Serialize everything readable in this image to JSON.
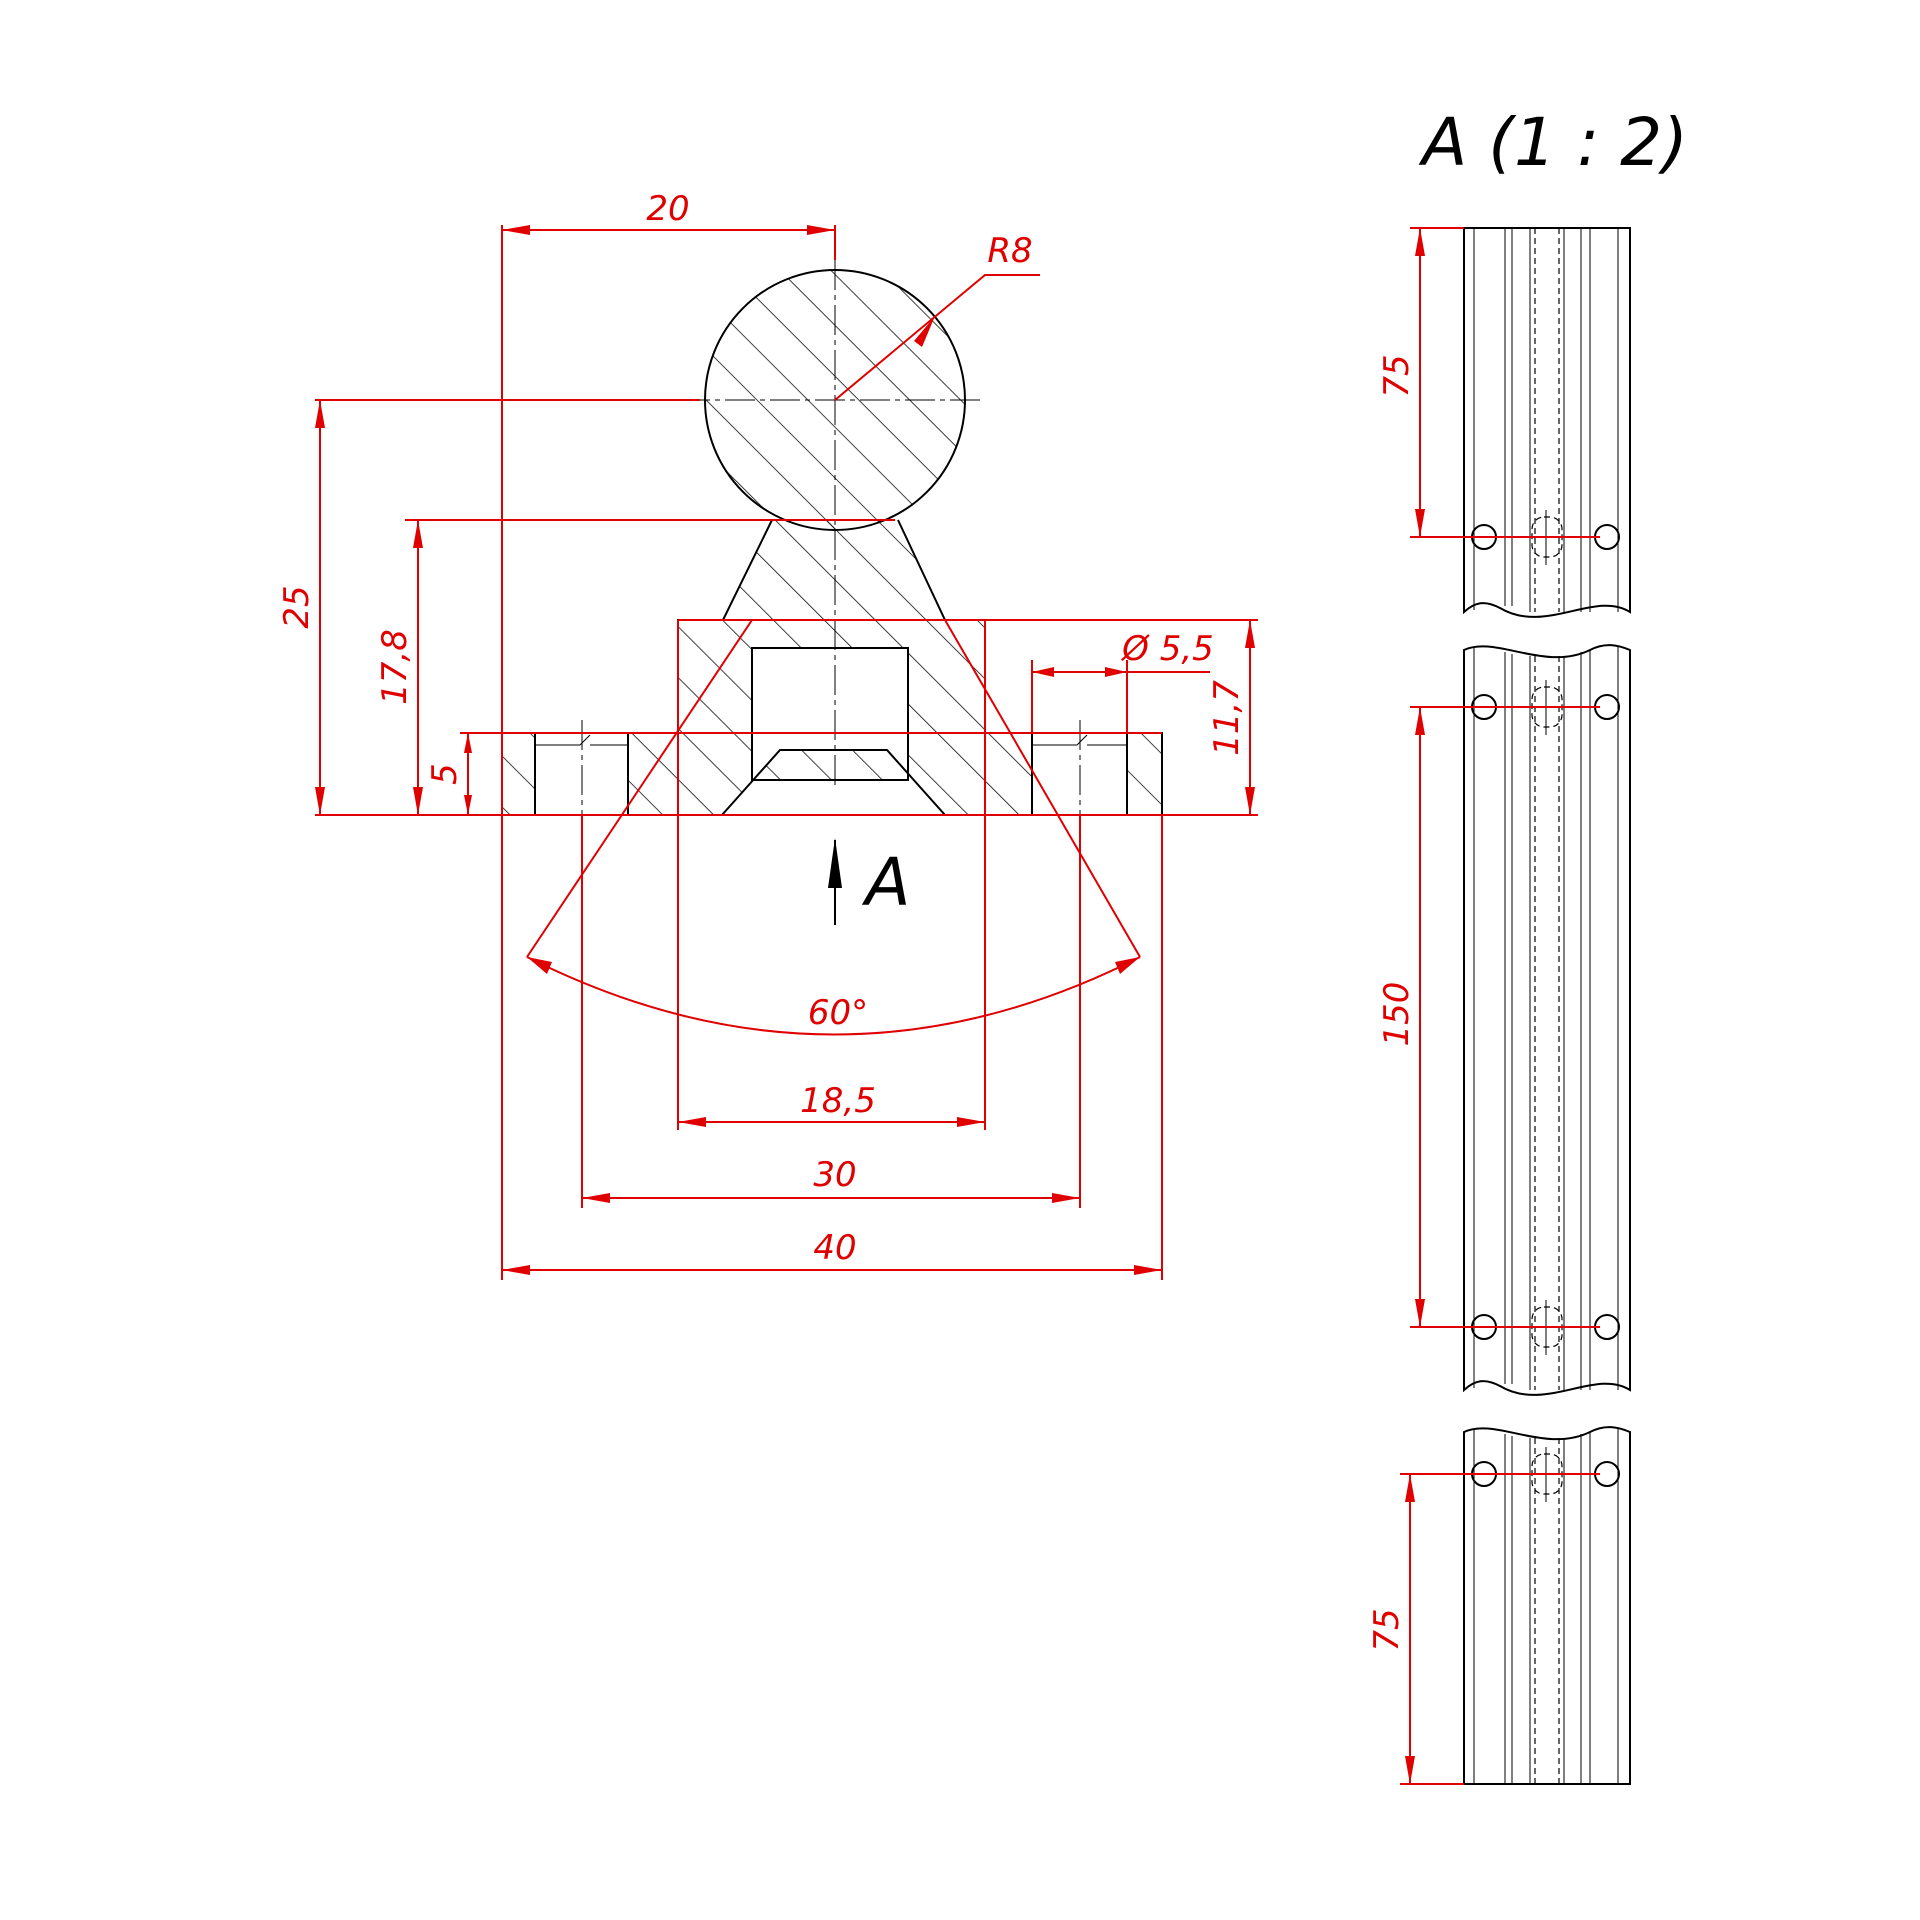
{
  "view_title": "A (1 : 2)",
  "view_marker": "A",
  "dimensions": {
    "ball_center_offset": "20",
    "ball_radius": "R8",
    "overall_height": "25",
    "neck_height": "17,8",
    "base_height": "5",
    "boss_height": "11,7",
    "hole_diameter": "5,5",
    "cone_angle": "60°",
    "boss_width": "18,5",
    "hole_spacing": "30",
    "base_width": "40"
  },
  "rail_dimensions": {
    "top_offset": "75",
    "hole_pitch": "150",
    "bottom_offset": "75"
  }
}
